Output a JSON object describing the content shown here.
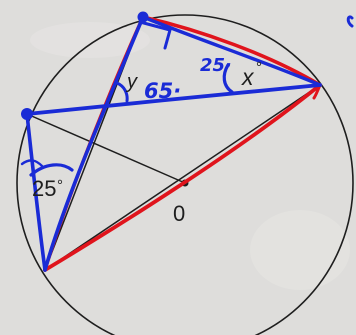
{
  "diagram": {
    "center_label": "0",
    "printed_angle": "25",
    "printed_angle_degree": "°",
    "unknown_y": "y",
    "unknown_x": "x",
    "unknown_degree": "°",
    "annotation_y_value": "65·",
    "annotation_x_value": "25·",
    "colors": {
      "paper": "#dedddb",
      "printed_ink": "#1e1e1e",
      "annotation_blue": "#1a2bd6",
      "annotation_red": "#e0141c"
    }
  }
}
